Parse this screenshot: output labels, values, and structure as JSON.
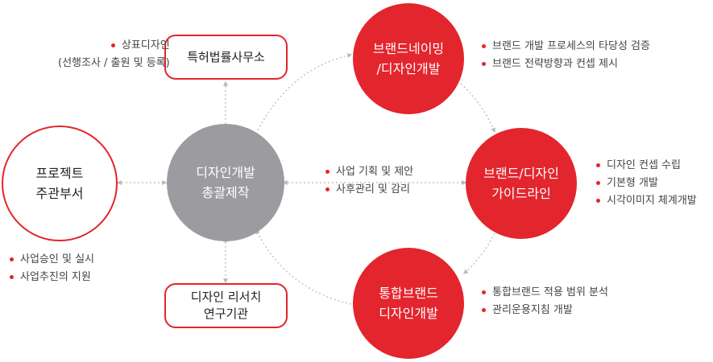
{
  "colors": {
    "accent": "#e3252d",
    "neutral": "#9b9ba0",
    "connector": "#b8b8b8"
  },
  "nodes": {
    "center": [
      "디자인개발",
      "총괄제작"
    ],
    "project": [
      "프로젝트",
      "주관부서"
    ],
    "patent": [
      "특허법률사무소"
    ],
    "research": [
      "디자인 리서치",
      "연구기관"
    ],
    "naming": [
      "브랜드네이밍",
      "/디자인개발"
    ],
    "guideline": [
      "브랜드/디자인",
      "가이드라인"
    ],
    "integrated": [
      "통합브랜드",
      "디자인개발"
    ]
  },
  "notes": {
    "patent": {
      "items": [
        "상표디자인"
      ],
      "sub": "(선행조사 / 출원 및 등록)"
    },
    "project": {
      "items": [
        "사업승인 및 실시",
        "사업추진의 지원"
      ]
    },
    "center_link": {
      "items": [
        "사업 기획 및 제안",
        "사후관리 및 감리"
      ]
    },
    "naming": {
      "items": [
        "브랜드 개발 프로세스의 타당성 검증",
        "브랜드 전략방향과 컨셉 제시"
      ]
    },
    "guideline": {
      "items": [
        "디자인 컨셉 수립",
        "기본형 개발",
        "시각이미지 체계개발"
      ]
    },
    "integrated": {
      "items": [
        "통합브랜드 적용 범위 분석",
        "관리운용지침 개발"
      ]
    }
  }
}
